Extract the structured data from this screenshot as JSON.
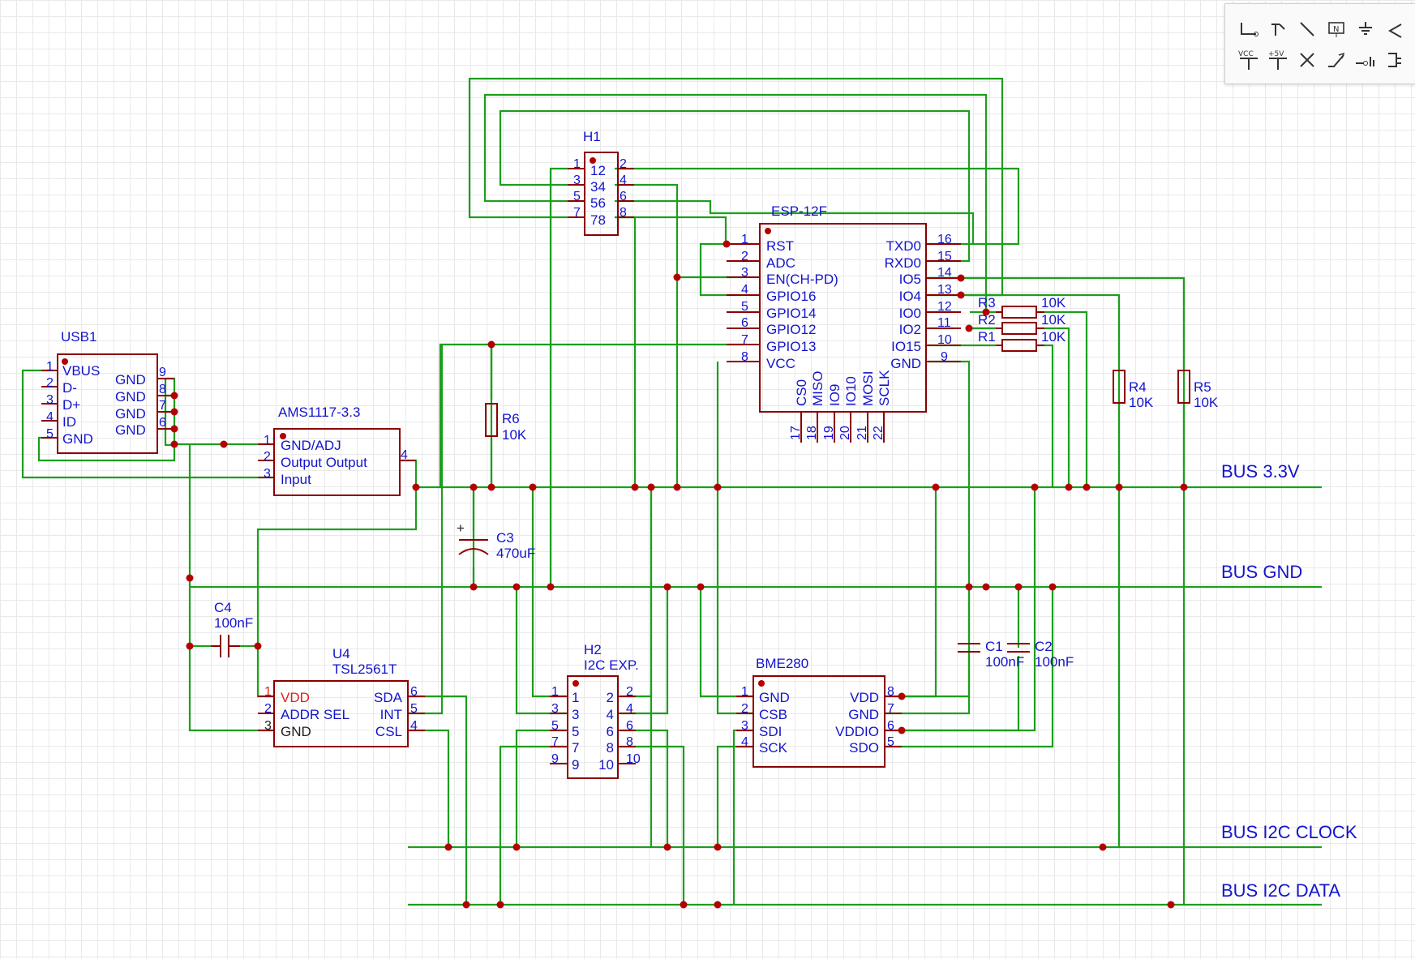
{
  "components": {
    "usb1": {
      "ref": "USB1",
      "pins_left": [
        "VBUS",
        "D-",
        "D+",
        "ID",
        "GND"
      ],
      "nums_left": [
        "1",
        "2",
        "3",
        "4",
        "5"
      ],
      "pins_right": [
        "GND",
        "GND",
        "GND",
        "GND"
      ],
      "nums_right": [
        "9",
        "8",
        "7",
        "6"
      ]
    },
    "ams": {
      "ref": "AMS1117-3.3",
      "pins": [
        "GND/ADJ",
        "Output Output",
        "Input"
      ],
      "nums": [
        "1",
        "2",
        "3"
      ],
      "num_right": "4"
    },
    "h1": {
      "ref": "H1",
      "inner": [
        "12",
        "34",
        "56",
        "78"
      ],
      "nums_left": [
        "1",
        "3",
        "5",
        "7"
      ],
      "nums_right": [
        "2",
        "4",
        "6",
        "8"
      ]
    },
    "esp": {
      "ref": "ESP-12F",
      "pins_left": [
        "RST",
        "ADC",
        "EN(CH-PD)",
        "GPIO16",
        "GPIO14",
        "GPIO12",
        "GPIO13",
        "VCC"
      ],
      "nums_left": [
        "1",
        "2",
        "3",
        "4",
        "5",
        "6",
        "7",
        "8"
      ],
      "pins_right": [
        "TXD0",
        "RXD0",
        "IO5",
        "IO4",
        "IO0",
        "IO2",
        "IO15",
        "GND"
      ],
      "nums_right": [
        "16",
        "15",
        "14",
        "13",
        "12",
        "11",
        "10",
        "9"
      ],
      "pins_bottom": [
        "CS0",
        "MISO",
        "IO9",
        "IO10",
        "MOSI",
        "SCLK"
      ],
      "nums_bottom": [
        "17",
        "18",
        "19",
        "20",
        "21",
        "22"
      ]
    },
    "r1": {
      "ref": "R1",
      "value": "10K"
    },
    "r2": {
      "ref": "R2",
      "value": "10K"
    },
    "r3": {
      "ref": "R3",
      "value": "10K"
    },
    "r4": {
      "ref": "R4",
      "value": "10K"
    },
    "r5": {
      "ref": "R5",
      "value": "10K"
    },
    "r6": {
      "ref": "R6",
      "value": "10K"
    },
    "c1": {
      "ref": "C1",
      "value": "100nF"
    },
    "c2": {
      "ref": "C2",
      "value": "100nF"
    },
    "c3": {
      "ref": "C3",
      "value": "470uF",
      "polarity": "+"
    },
    "c4": {
      "ref": "C4",
      "value": "100nF"
    },
    "u4": {
      "ref": "U4",
      "part": "TSL2561T",
      "pins_left": [
        "VDD",
        "ADDR SEL",
        "GND"
      ],
      "nums_left": [
        "1",
        "2",
        "3"
      ],
      "pins_right": [
        "SDA",
        "INT",
        "CSL"
      ],
      "nums_right": [
        "6",
        "5",
        "4"
      ]
    },
    "h2": {
      "ref": "H2",
      "part": "I2C EXP.",
      "inner_left": [
        "1",
        "3",
        "5",
        "7",
        "9"
      ],
      "inner_right": [
        "2",
        "4",
        "6",
        "8",
        "10"
      ],
      "nums_left": [
        "1",
        "3",
        "5",
        "7",
        "9"
      ],
      "nums_right": [
        "2",
        "4",
        "6",
        "8",
        "10"
      ]
    },
    "bme": {
      "ref": "BME280",
      "pins_left": [
        "GND",
        "CSB",
        "SDI",
        "SCK"
      ],
      "nums_left": [
        "1",
        "2",
        "3",
        "4"
      ],
      "pins_right": [
        "VDD",
        "GND",
        "VDDIO",
        "SDO"
      ],
      "nums_right": [
        "8",
        "7",
        "6",
        "5"
      ]
    }
  },
  "buses": {
    "v33": "BUS 3.3V",
    "gnd": "BUS GND",
    "scl": "BUS I2C CLOCK",
    "sda": "BUS I2C DATA"
  },
  "toolbar": {
    "tools": [
      "wire-tool",
      "bus-tool",
      "line-tool",
      "netlabel-tool",
      "ground-tool",
      "more-tool",
      "vcc-tool",
      "plus5v-tool",
      "no-connect-tool",
      "probe-tool",
      "pin-tool",
      "port-tool"
    ],
    "vcc_label": "VCC",
    "plus5v_label": "+5V"
  }
}
